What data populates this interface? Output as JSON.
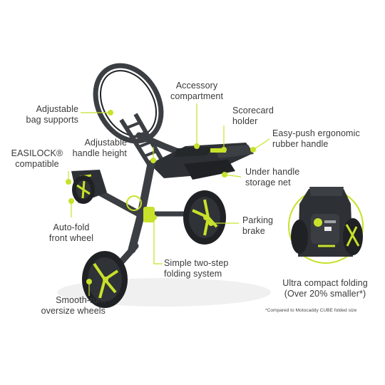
{
  "colors": {
    "accent": "#c8e12a",
    "text": "#3a3a3a",
    "frame": "#3b3e42",
    "frame_dark": "#1f2124"
  },
  "labels": {
    "bag_supports": "Adjustable\nbag supports",
    "accessory": "Accessory\ncompartment",
    "scorecard": "Scorecard\nholder",
    "handle": "Easy-push ergonomic\nrubber handle",
    "handle_height": "Adjustable\nhandle height",
    "easilock": "EASILOCK®\ncompatible",
    "storage_net": "Under handle\nstorage net",
    "auto_fold": "Auto-fold\nfront wheel",
    "parking": "Parking\nbrake",
    "folding": "Simple two-step\nfolding system",
    "smooth_run": "Smooth-run,\noversize wheels",
    "compact": "Ultra compact folding\n(Over 20% smaller*)"
  },
  "footnote": "*Compared to Motocaddy CUBE folded size"
}
